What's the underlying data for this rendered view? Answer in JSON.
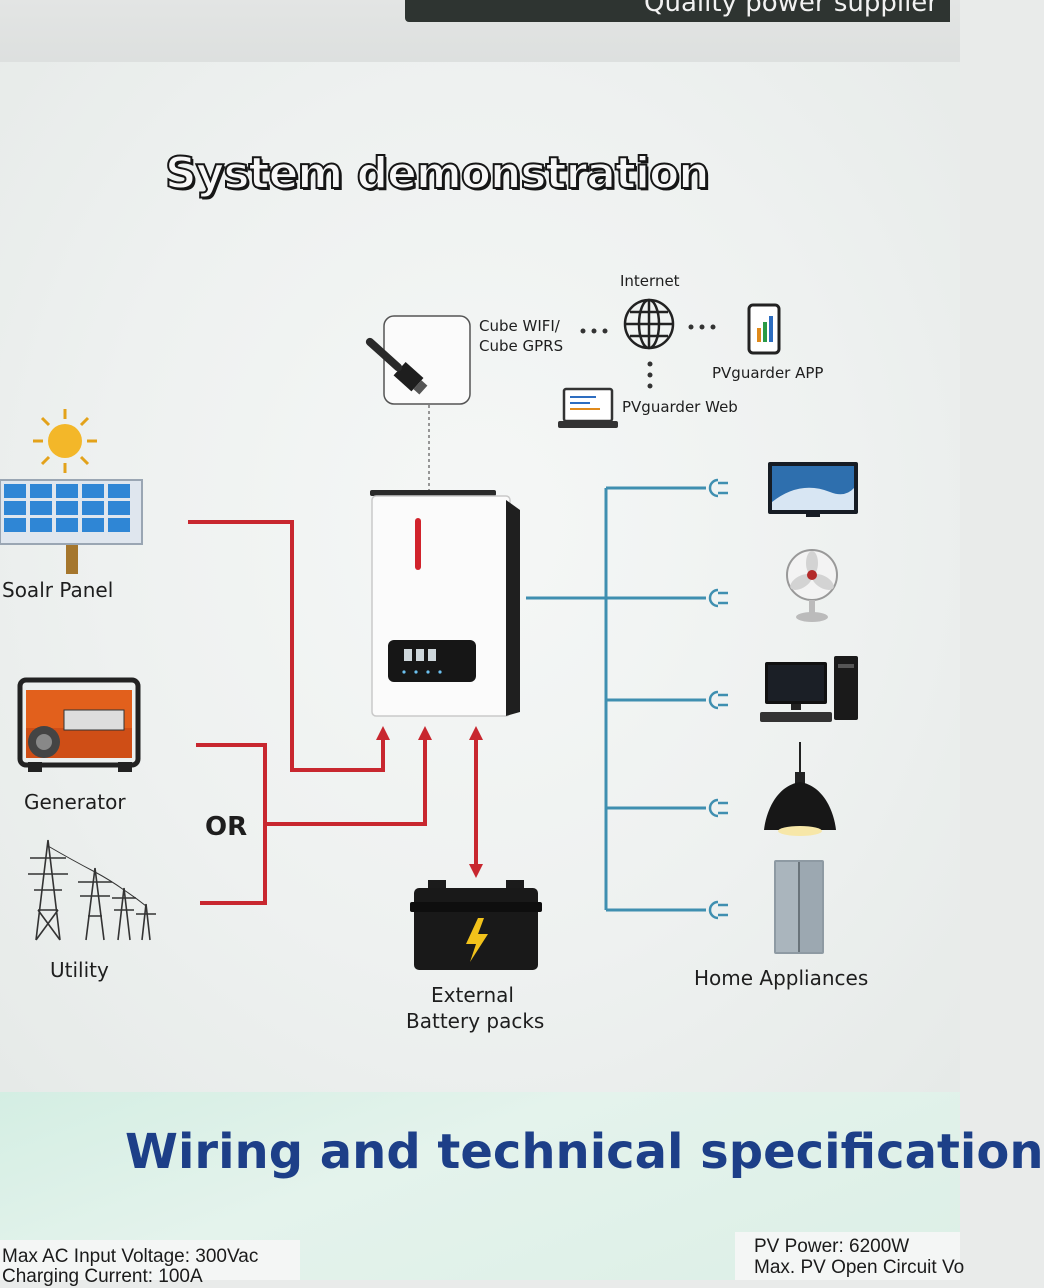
{
  "header": {
    "banner_text": "Quality power supplier"
  },
  "diagram": {
    "title": "System demonstration",
    "sources": {
      "solar_label": "Soalr Panel",
      "generator_label": "Generator",
      "or_label": "OR",
      "utility_label": "Utility"
    },
    "communication": {
      "wifi_label_line1": "Cube WIFI/",
      "wifi_label_line2": "Cube  GPRS",
      "internet_label": "Internet",
      "app_label": "PVguarder APP",
      "web_label": "PVguarder Web"
    },
    "battery": {
      "label_line1": "External",
      "label_line2": "Battery packs"
    },
    "loads": {
      "label": "Home Appliances"
    },
    "colors": {
      "ac_input_line": "#c8272f",
      "load_line": "#3f8fb0",
      "battery_arrow": "#c8272f"
    },
    "icons": [
      "sun-icon",
      "solar-panel-icon",
      "generator-icon",
      "utility-tower-icon",
      "wifi-dongle-icon",
      "globe-icon",
      "phone-icon",
      "laptop-icon",
      "inverter-icon",
      "battery-icon",
      "tv-icon",
      "fan-icon",
      "computer-icon",
      "lamp-icon",
      "refrigerator-icon",
      "plug-icon"
    ]
  },
  "specs": {
    "title": "Wiring and technical specification",
    "left_line1": "Max AC Input Voltage: 300Vac",
    "left_line2": "Charging Current: 100A",
    "right_line1": "PV Power: 6200W",
    "right_line2": "Max. PV Open Circuit Vo"
  }
}
